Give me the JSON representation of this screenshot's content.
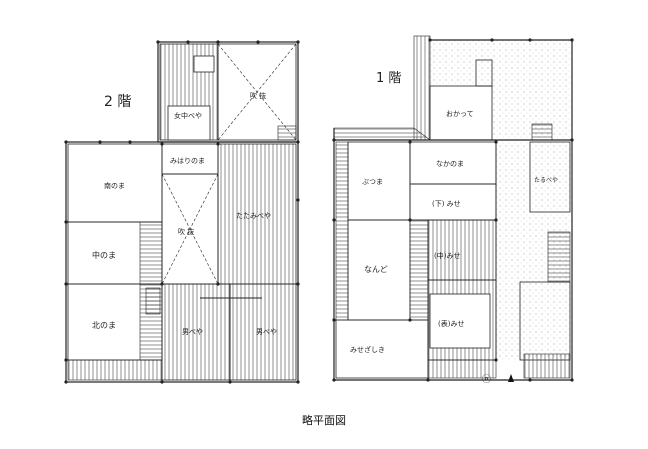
{
  "floors": {
    "upper": {
      "label": "2 階"
    },
    "ground": {
      "label": "1 階"
    }
  },
  "rooms_upper": {
    "fukinuke_top": "吹 抜",
    "jochu_beya": "女中べや",
    "miharinoma": "みはりのま",
    "minami_noma": "南のま",
    "naka_noma": "中のま",
    "kita_noma": "北のま",
    "fukinuke_mid": "吹 抜",
    "tatami_beya": "たたみべや",
    "otoko_beya_left": "男べや",
    "otoko_beya_right": "男べや"
  },
  "rooms_ground": {
    "okatte": "おかって",
    "butsuma": "ぶつま",
    "nakanoma": "なかのま",
    "shita_mise": "(下) みせ",
    "nando": "なんど",
    "naka_mise": "(中)みせ",
    "kami_mise": "(表)みせ",
    "misezashiki": "みせざしき",
    "tarubeya": "たるべや"
  },
  "compass": {
    "symbol": "ⓝ"
  },
  "caption": "略平面図"
}
